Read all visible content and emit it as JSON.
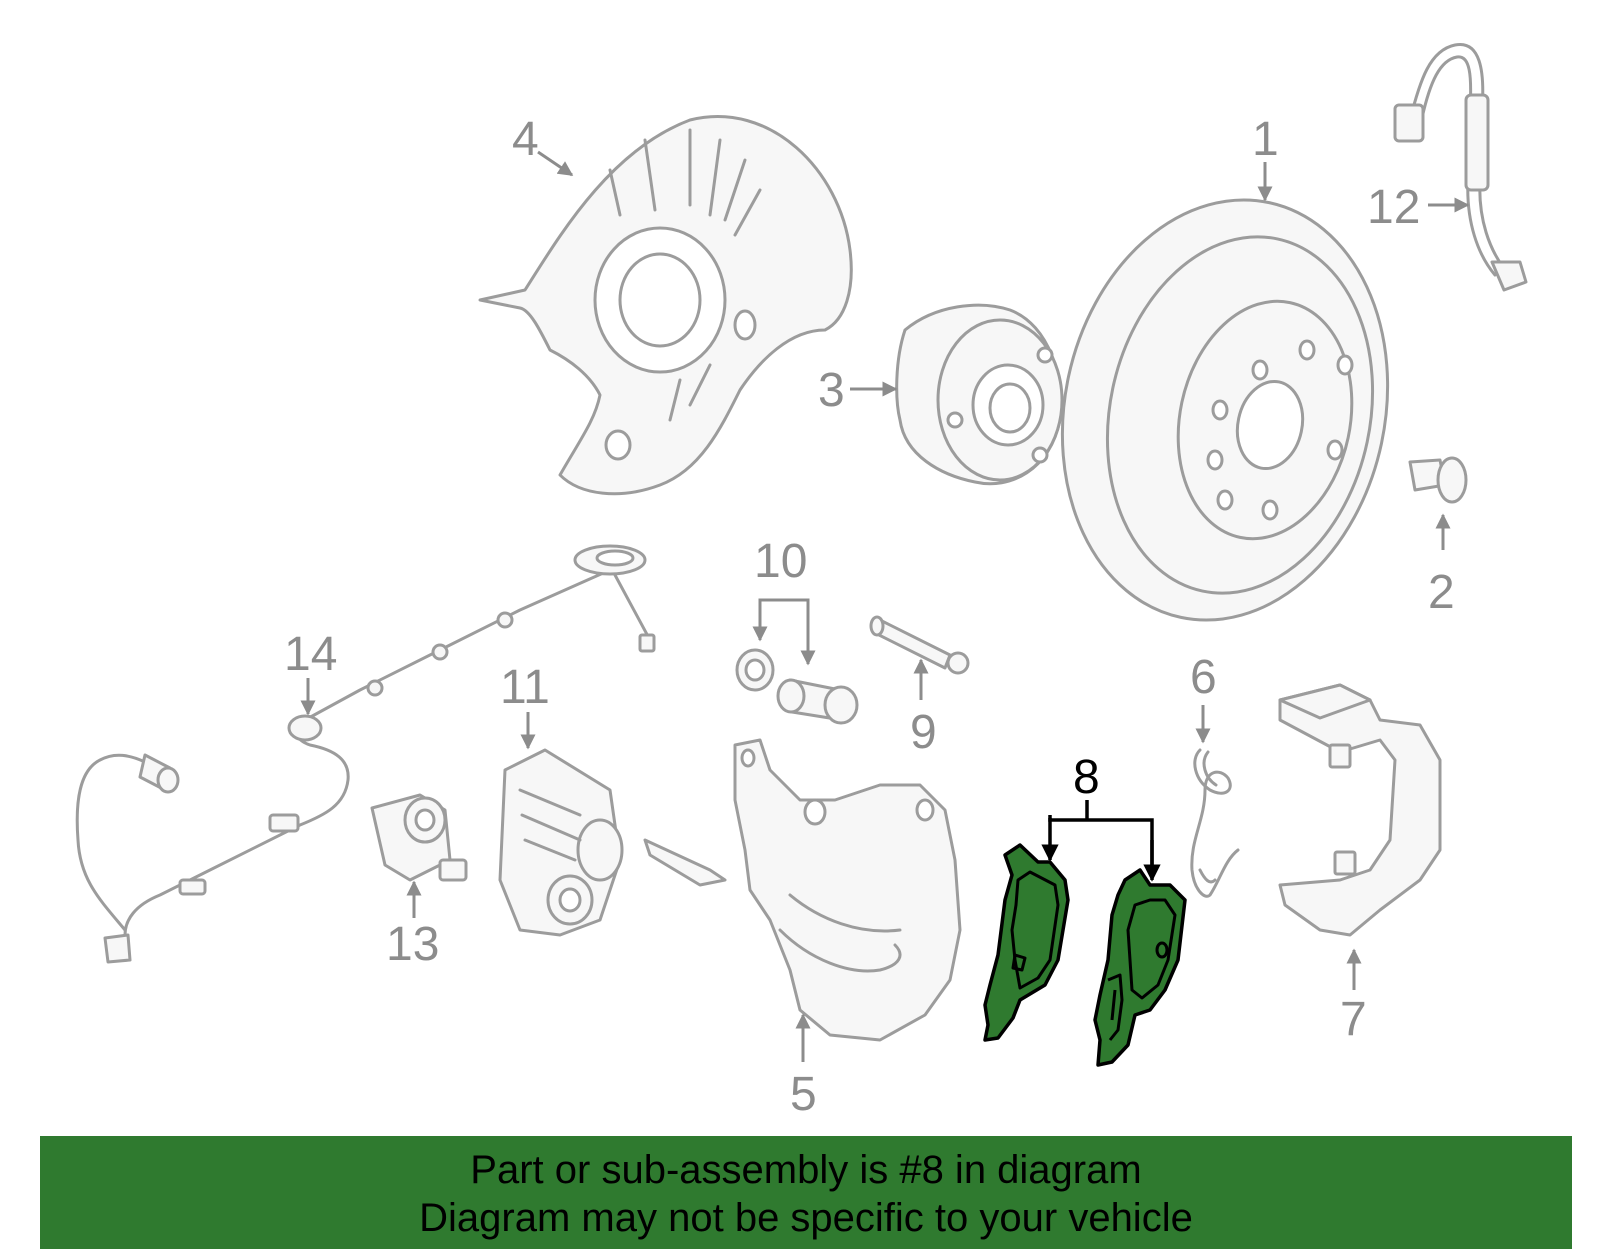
{
  "diagram": {
    "callouts": {
      "n1": "1",
      "n2": "2",
      "n3": "3",
      "n4": "4",
      "n5": "5",
      "n6": "6",
      "n7": "7",
      "n8": "8",
      "n9": "9",
      "n10": "10",
      "n11": "11",
      "n12": "12",
      "n13": "13",
      "n14": "14"
    },
    "highlighted_part": "8",
    "highlight_color": "#2f7a2f",
    "line_color": "#9c9c9c"
  },
  "banner": {
    "line1": "Part or sub-assembly is #8 in diagram",
    "line2": "Diagram may not be specific to your vehicle",
    "background": "#2f7a2f"
  }
}
